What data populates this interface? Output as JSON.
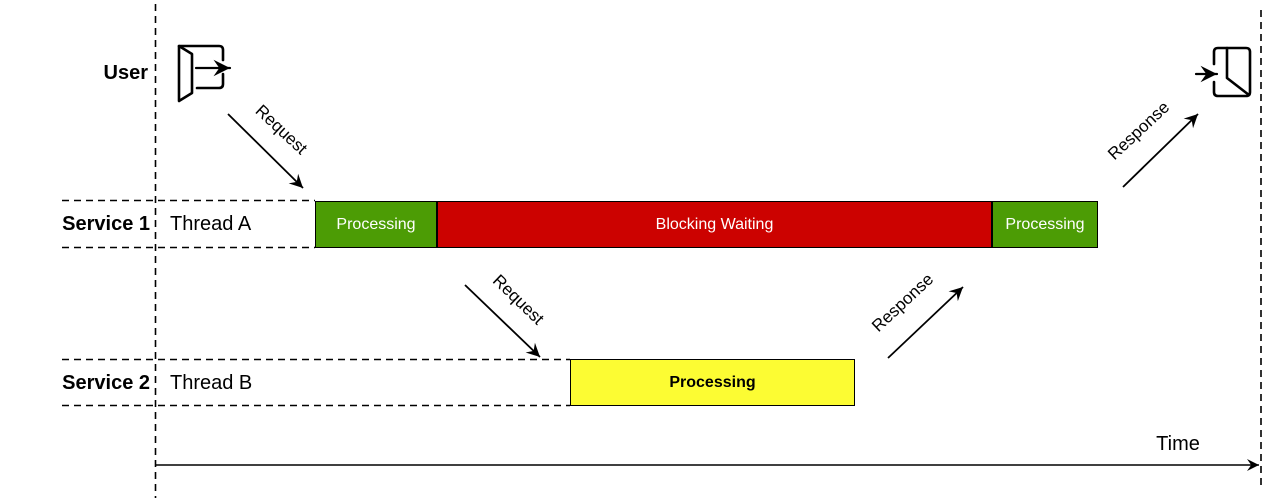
{
  "diagram": {
    "kind": "blocking-call-sequence-diagram",
    "background": "#ffffff",
    "colors": {
      "processing_green": "#4c9c05",
      "blocking_red": "#cc0200",
      "processing_yellow": "#fcfc33",
      "stroke": "#000000",
      "bar_text_light": "#ffffff",
      "bar_text_dark": "#000000"
    },
    "user": {
      "label": "User"
    },
    "service1": {
      "label": "Service 1",
      "thread": "Thread A",
      "bars": [
        {
          "id": "s1-processing-1",
          "label": "Processing",
          "color": "#4c9c05"
        },
        {
          "id": "s1-blocking-waiting",
          "label": "Blocking Waiting",
          "color": "#cc0200"
        },
        {
          "id": "s1-processing-2",
          "label": "Processing",
          "color": "#4c9c05"
        }
      ]
    },
    "service2": {
      "label": "Service 2",
      "thread": "Thread B",
      "bars": [
        {
          "id": "s2-processing",
          "label": "Processing",
          "color": "#fcfc33"
        }
      ]
    },
    "messages": {
      "request_user_to_s1": "Request",
      "request_s1_to_s2": "Request",
      "response_s2_to_s1": "Response",
      "response_s1_to_user": "Response"
    },
    "time_axis": {
      "label": "Time"
    },
    "icons": {
      "entry": "door-in-icon",
      "exit": "door-out-icon"
    }
  }
}
